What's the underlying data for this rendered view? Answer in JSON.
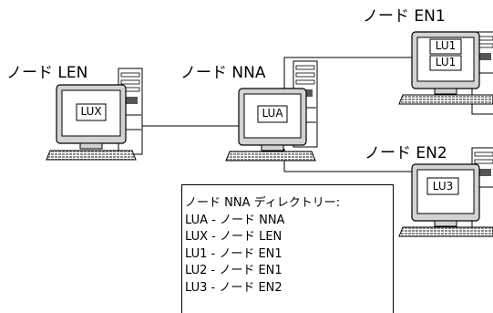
{
  "nodes": {
    "len": {
      "label": "ノード LEN",
      "lu": "LUX"
    },
    "nna": {
      "label": "ノード NNA",
      "lu": "LUA"
    },
    "en1": {
      "label": "ノード EN1",
      "lu_top": "LU1",
      "lu_bottom": "LU1"
    },
    "en2": {
      "label": "ノード EN2",
      "lu": "LU3"
    }
  },
  "directory": {
    "title": "ノード NNA ディレクトリー:",
    "entries": [
      "LUA - ノード NNA",
      "LUX - ノード LEN",
      "LU1 - ノード EN1",
      "LU2 - ノード EN1",
      "LU3 - ノード EN2"
    ]
  }
}
